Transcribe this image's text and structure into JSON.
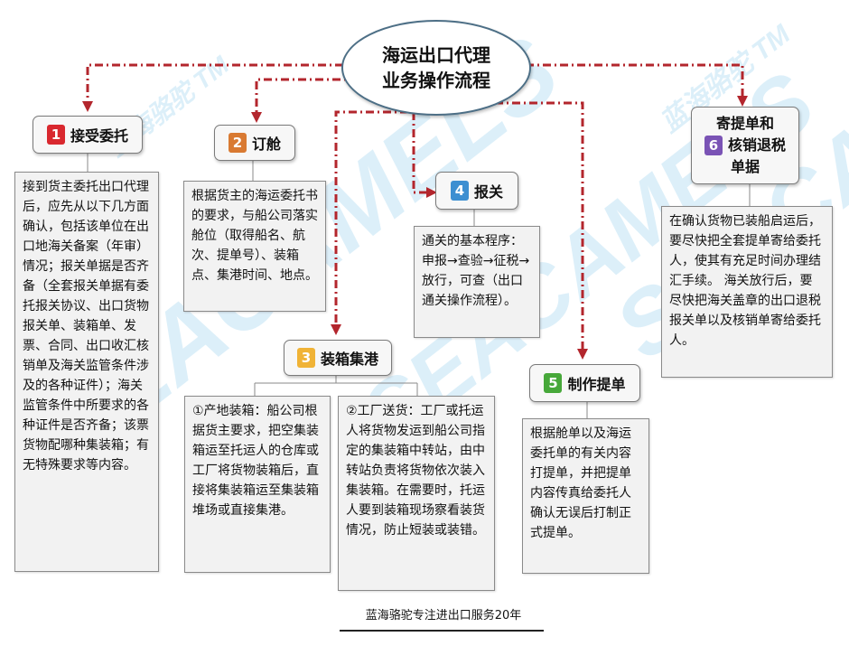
{
  "title": {
    "line1": "海运出口代理",
    "line2": "业务操作流程"
  },
  "steps": [
    {
      "num": "1",
      "label": "接受委托",
      "color": "#d9282f",
      "desc": "接到货主委托出口代理后，应先从以下几方面确认，包括该单位在出口地海关备案（年审）情况；报关单据是否齐备（全套报关单据有委托报关协议、出口货物报关单、装箱单、发票、合同、出口收汇核销单及海关监管条件涉及的各种证件）；海关监管条件中所要求的各种证件是否齐备；该票货物配哪种集装箱；有无特殊要求等内容。"
    },
    {
      "num": "2",
      "label": "订舱",
      "color": "#d97a32",
      "desc": "根据货主的海运委托书的要求，与船公司落实舱位（取得船名、航次、提单号）、装箱点、集港时间、地点。"
    },
    {
      "num": "3",
      "label": "装箱集港",
      "color": "#f0b336",
      "desc_left": "①产地装箱：船公司根据货主要求，把空集装箱运至托运人的仓库或工厂将货物装箱后，直接将集装箱运至集装箱堆场或直接集港。",
      "desc_right": "②工厂送货：工厂或托运人将货物发运到船公司指定的集装箱中转站，由中转站负责将货物依次装入集装箱。在需要时，托运人要到装箱现场察看装货情况，防止短装或装错。"
    },
    {
      "num": "4",
      "label": "报关",
      "color": "#3d8fd1",
      "desc": "通关的基本程序：申报→查验→征税→放行，可查（出口通关操作流程）。"
    },
    {
      "num": "5",
      "label": "制作提单",
      "color": "#47a83a",
      "desc": "根据舱单以及海运委托单的有关内容打提单，并把提单内容传真给委托人确认无误后打制正式提单。"
    },
    {
      "num": "6",
      "label_line1": "寄提单和",
      "label_line2": "核销退税",
      "label_line3": "单据",
      "color": "#7a53b5",
      "desc": "在确认货物已装船启运后，要尽快把全套提单寄给委托人，使其有充足时间办理结汇手续。 海关放行后，要尽快把海关盖章的出口退税报关单以及核销单寄给委托人。"
    }
  ],
  "footer": "蓝海骆驼专注进出口服务20年",
  "watermark": {
    "brand": "SEACAMELS",
    "cn": "蓝海骆驼 TM"
  },
  "colors": {
    "arrow": "#b3262d",
    "connector": "#8a8a8a",
    "title_border": "#4d6f86"
  }
}
